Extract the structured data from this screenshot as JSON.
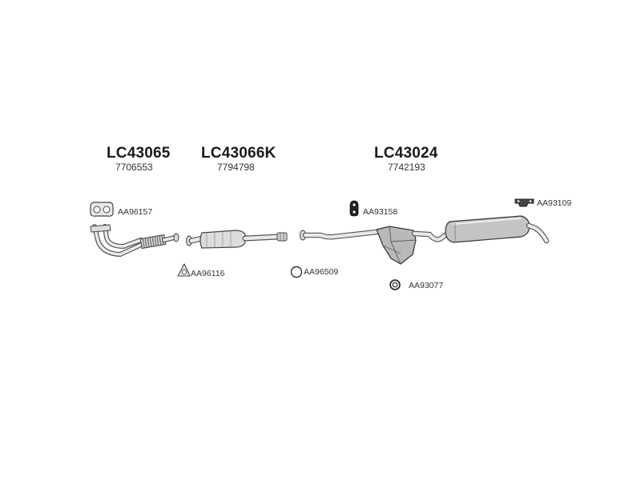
{
  "groups": [
    {
      "code": "LC43065",
      "number": "7706553"
    },
    {
      "code": "LC43066K",
      "number": "7794798"
    },
    {
      "code": "LC43024",
      "number": "7742193"
    }
  ],
  "accessories": [
    {
      "ref": "AA96157",
      "icon": "gasket-icon"
    },
    {
      "ref": "AA96116",
      "icon": "triangle-gasket-icon"
    },
    {
      "ref": "AA96509",
      "icon": "ring-icon"
    },
    {
      "ref": "AA93158",
      "icon": "rubber-hanger-icon"
    },
    {
      "ref": "AA93077",
      "icon": "ring-clamp-icon"
    },
    {
      "ref": "AA93109",
      "icon": "mounting-bracket-icon"
    }
  ],
  "colors": {
    "line": "#555555",
    "fill": "#e6e6e6",
    "dark": "#333333"
  }
}
